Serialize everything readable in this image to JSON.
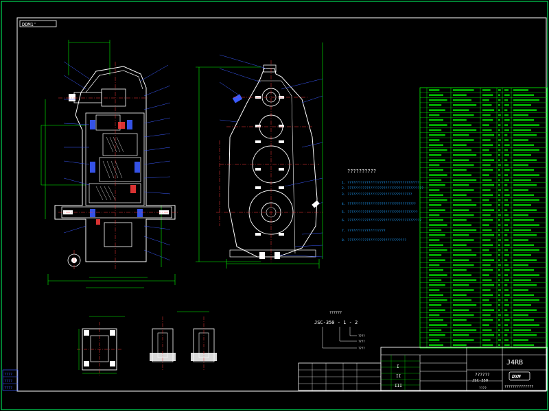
{
  "drawing": {
    "header_tag": "DDM1'",
    "notes_title": "??????????",
    "notes_lines": [
      "1. ??????????????????????????????????????",
      "2. ????????????????????????????????????????",
      "3. ??????????????????????????????????",
      "4. ????????????????????????????????????",
      "5. ?????????????????????????????????????",
      "6. ???????????????????????????????????????",
      "7. ????????????????????",
      "8. ???????????????????????????????"
    ],
    "model_code_label": "??????",
    "model_code": "JSC-350 - 1 - 2",
    "title_block": {
      "drawing_no": "J4RB",
      "product_name": "??????",
      "model": "JSC-350",
      "company_logo": "DXM",
      "company_name": "??????????????",
      "scale_label": "????",
      "roman_marks": [
        "I",
        "II",
        "III"
      ]
    },
    "side_stamps": [
      "????",
      "????",
      "????"
    ],
    "colors": {
      "outline": "#ffffff",
      "callout": "#3b5bff",
      "dimension": "#00ff00",
      "centerline": "#ff3b3b",
      "notes_text": "#1ea0ff",
      "frame": "#00ff66",
      "table_text": "#00ff00"
    }
  }
}
